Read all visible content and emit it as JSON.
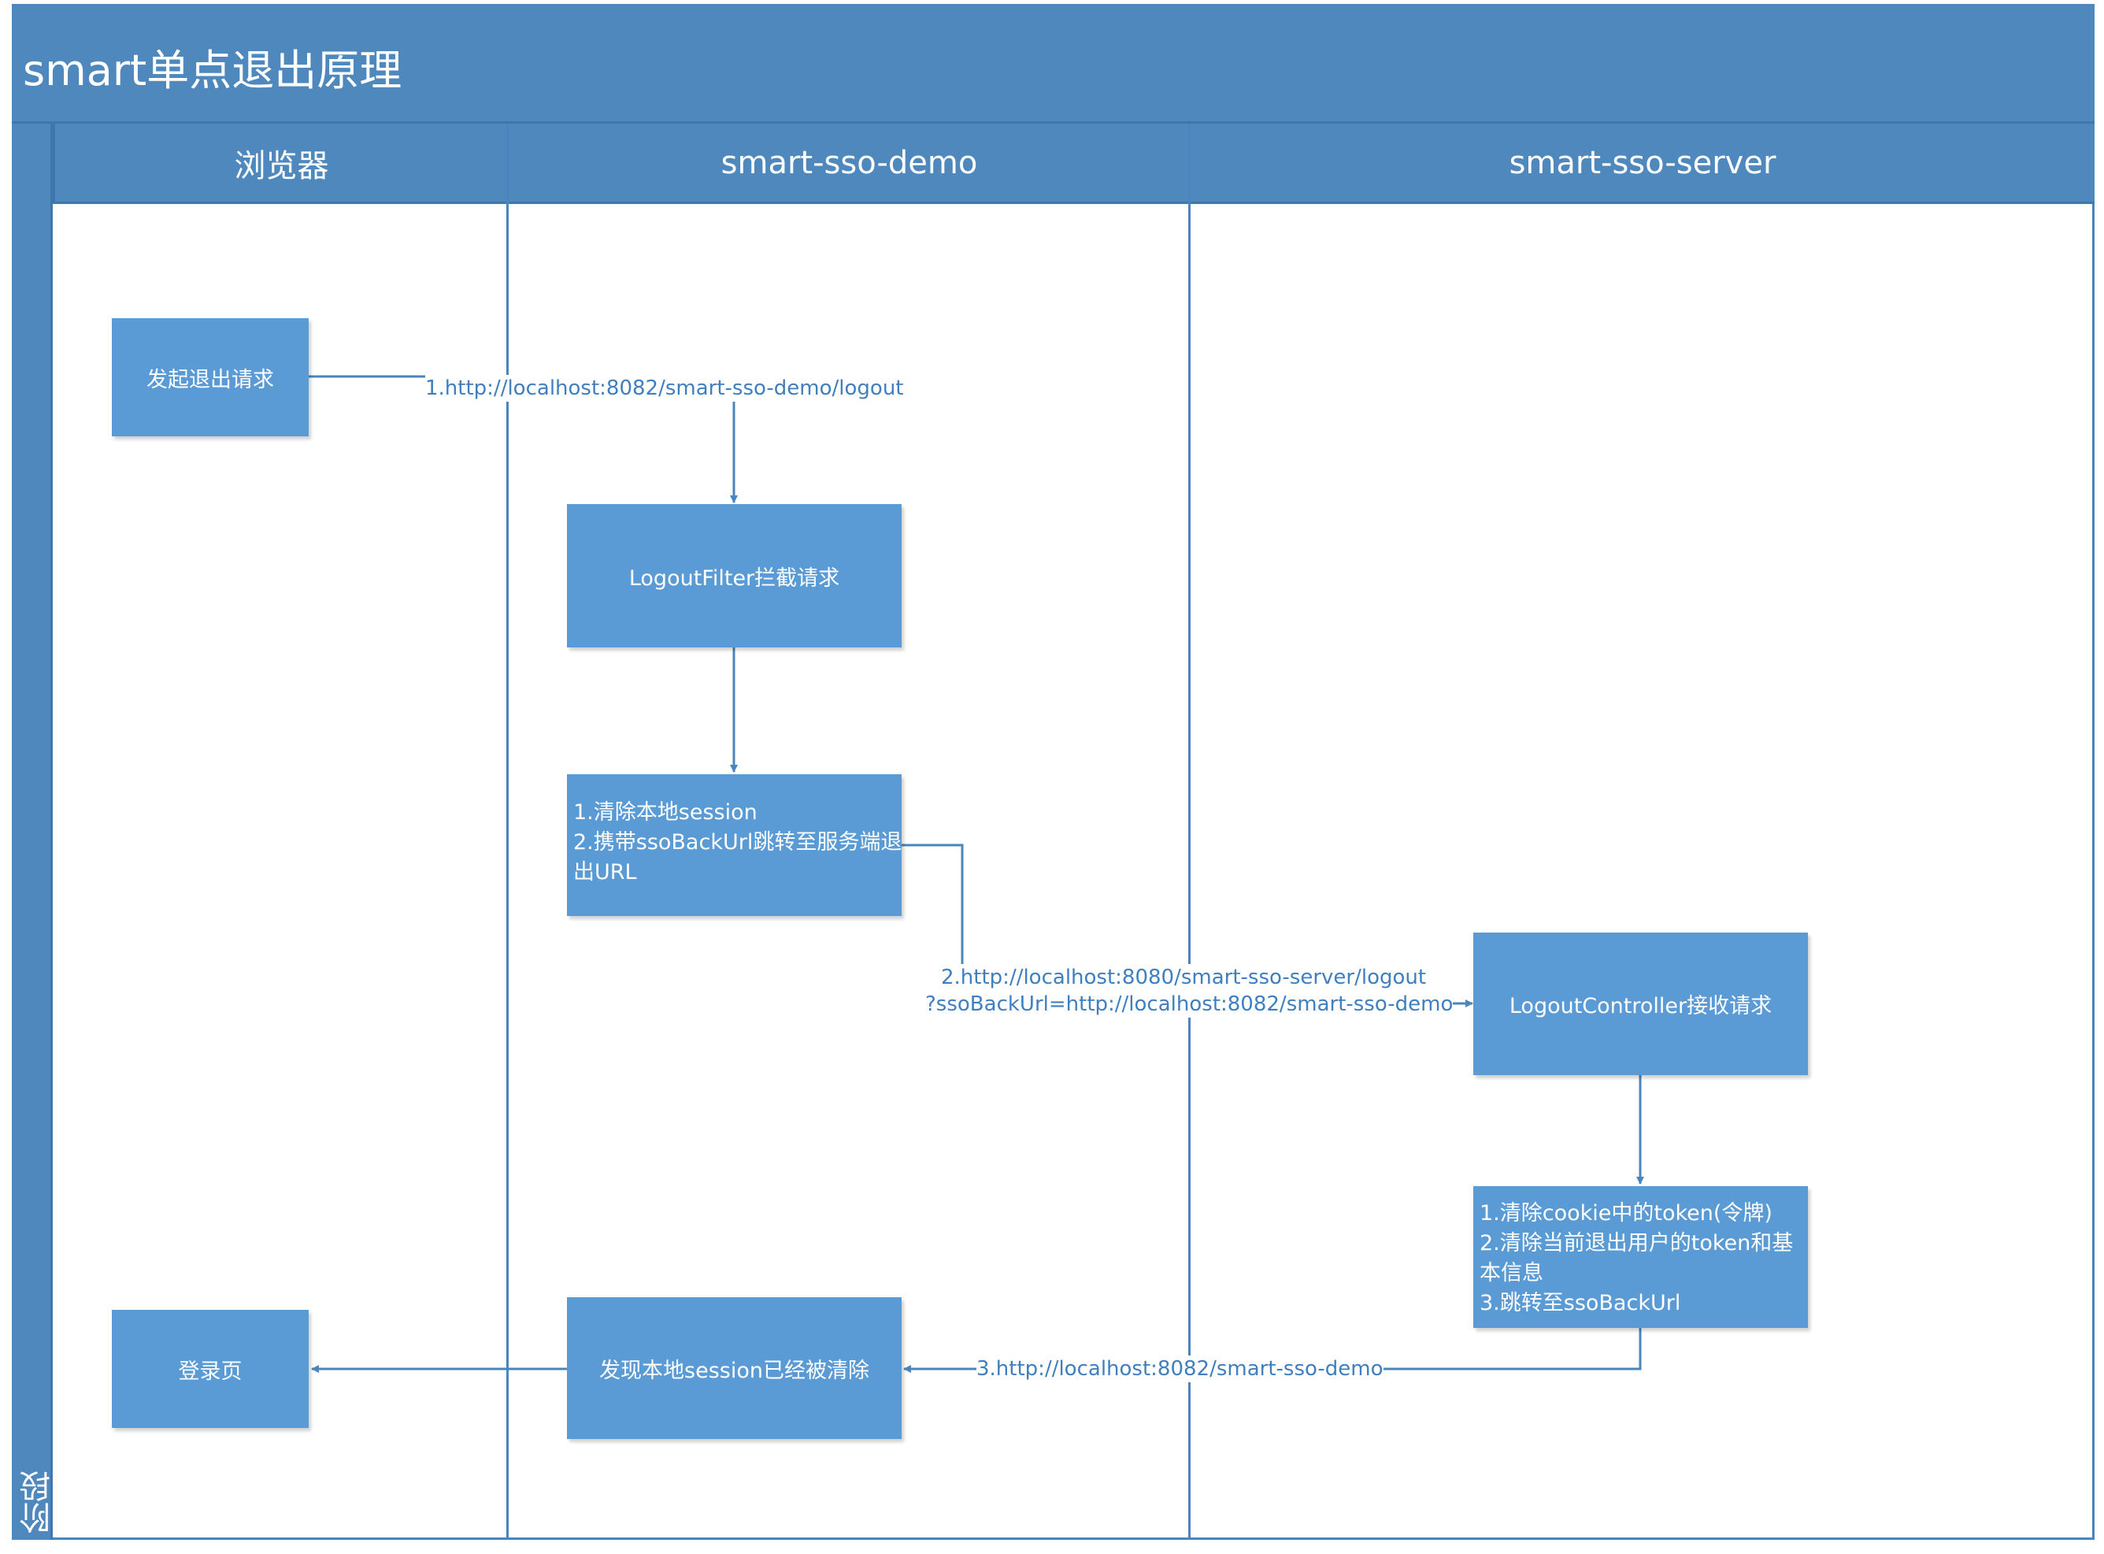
{
  "title": "smart单点退出原理",
  "phase_label": "阶段",
  "lanes": [
    "浏览器",
    "smart-sso-demo",
    "smart-sso-server"
  ],
  "boxes": {
    "initiate": "发起退出请求",
    "logout_filter": "LogoutFilter拦截请求",
    "clear_session": [
      "1.清除本地session",
      "2.携带ssoBackUrl跳转至服务端退",
      "出URL"
    ],
    "logout_controller": "LogoutController接收请求",
    "clear_token": [
      "1.清除cookie中的token(令牌)",
      "2.清除当前退出用户的token和基",
      "本信息",
      "3.跳转至ssoBackUrl"
    ],
    "session_cleared": "发现本地session已经被清除",
    "login_page": "登录页"
  },
  "edges": {
    "step1": "1.http://localhost:8082/smart-sso-demo/logout",
    "step2_line1": "2.http://localhost:8080/smart-sso-server/logout",
    "step2_line2": "?ssoBackUrl=http://localhost:8082/smart-sso-demo",
    "step3": "3.http://localhost:8082/smart-sso-demo"
  },
  "colors": {
    "band": "#4f88bc",
    "box": "#5b9bd5",
    "line": "#4a86bd",
    "edge_text": "#3f7fc0"
  }
}
